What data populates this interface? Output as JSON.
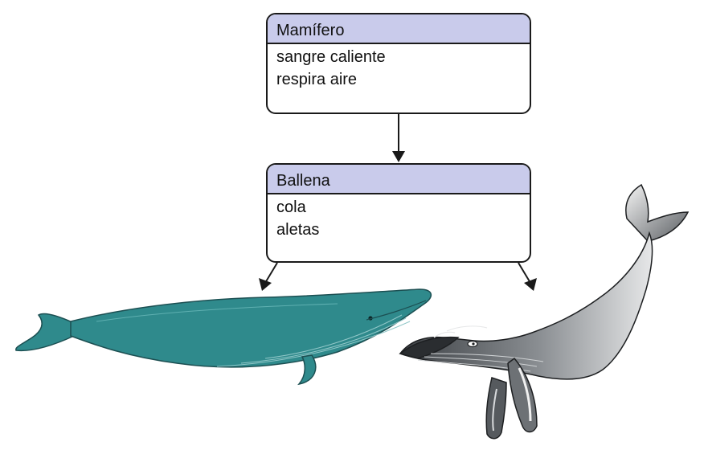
{
  "diagram": {
    "parent_class": {
      "name": "Mamífero",
      "attributes": [
        "sangre caliente",
        "respira aire"
      ]
    },
    "child_class": {
      "name": "Ballena",
      "attributes": [
        "cola",
        "aletas"
      ]
    },
    "colors": {
      "header_fill": "#c9cbeb",
      "border": "#1a1a1a",
      "blue_whale": "#2f8a8c",
      "humpback_whale": "#5a5e62"
    },
    "illustrations": [
      "blue-whale",
      "humpback-whale"
    ]
  }
}
